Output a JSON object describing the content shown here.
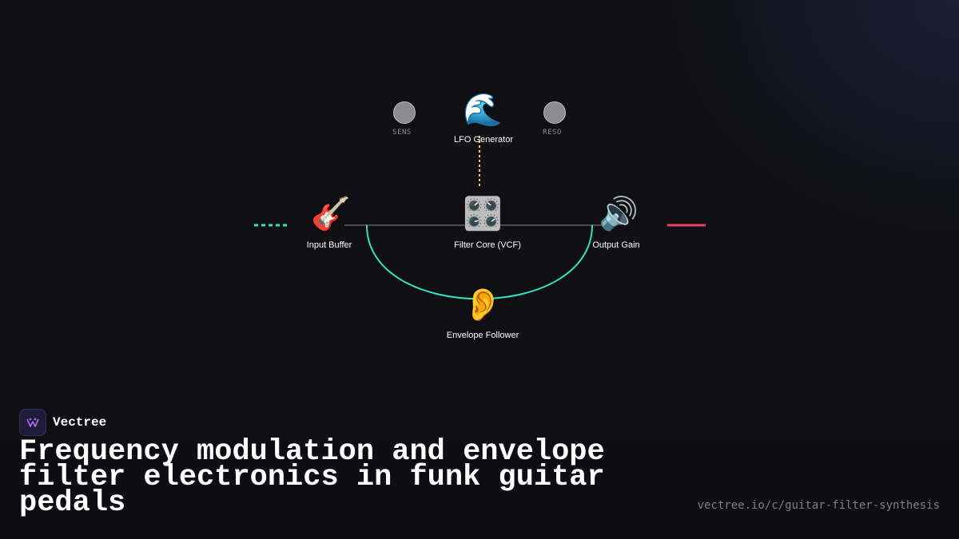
{
  "diagram": {
    "nodes": {
      "lfo": {
        "icon": "🌊",
        "icon_name": "wave-icon",
        "label": "LFO Generator"
      },
      "input": {
        "icon": "🎸",
        "icon_name": "guitar-icon",
        "label": "Input Buffer"
      },
      "filter": {
        "icon": "🎛️",
        "icon_name": "control-knobs-icon",
        "label": "Filter Core (VCF)"
      },
      "output": {
        "icon": "🔊",
        "icon_name": "speaker-icon",
        "label": "Output Gain"
      },
      "envelope": {
        "icon": "👂",
        "icon_name": "ear-icon",
        "label": "Envelope Follower"
      }
    },
    "knobs": {
      "sens": {
        "label": "SENS"
      },
      "reso": {
        "label": "RESO"
      }
    },
    "colors": {
      "signal_line": "#4a4a52",
      "envelope_path": "#2ee6c0",
      "lfo_link": "#f0c24a",
      "input_stub": "#2ee6c0",
      "output_stub": "#ef3e5e"
    }
  },
  "brand": {
    "name": "Vectree",
    "logo_color": "#b06ee8"
  },
  "title": "Frequency modulation and envelope filter electronics in funk guitar pedals",
  "url": "vectree.io/c/guitar-filter-synthesis"
}
